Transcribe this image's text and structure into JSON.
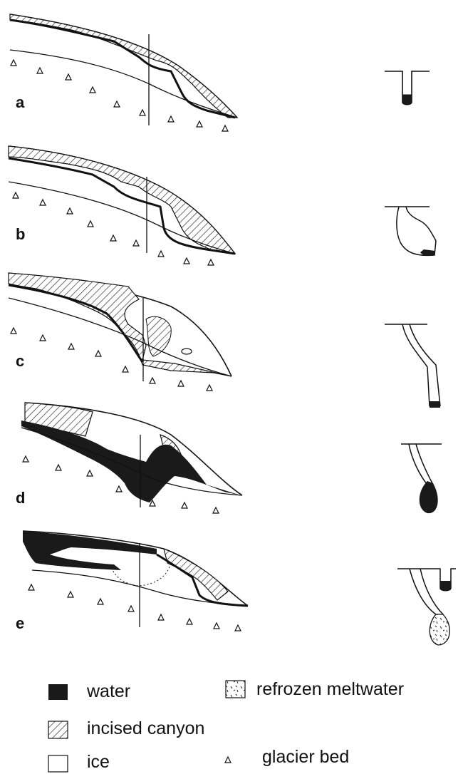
{
  "panels": [
    {
      "label": "a"
    },
    {
      "label": "b"
    },
    {
      "label": "c"
    },
    {
      "label": "d"
    },
    {
      "label": "e"
    }
  ],
  "legend": {
    "water": "water",
    "refrozen": "refrozen meltwater",
    "canyon": "incised canyon",
    "ice": "ice",
    "bed": "glacier bed"
  },
  "colors": {
    "ink": "#111111",
    "water": "#1a1a1a",
    "background": "#ffffff"
  }
}
